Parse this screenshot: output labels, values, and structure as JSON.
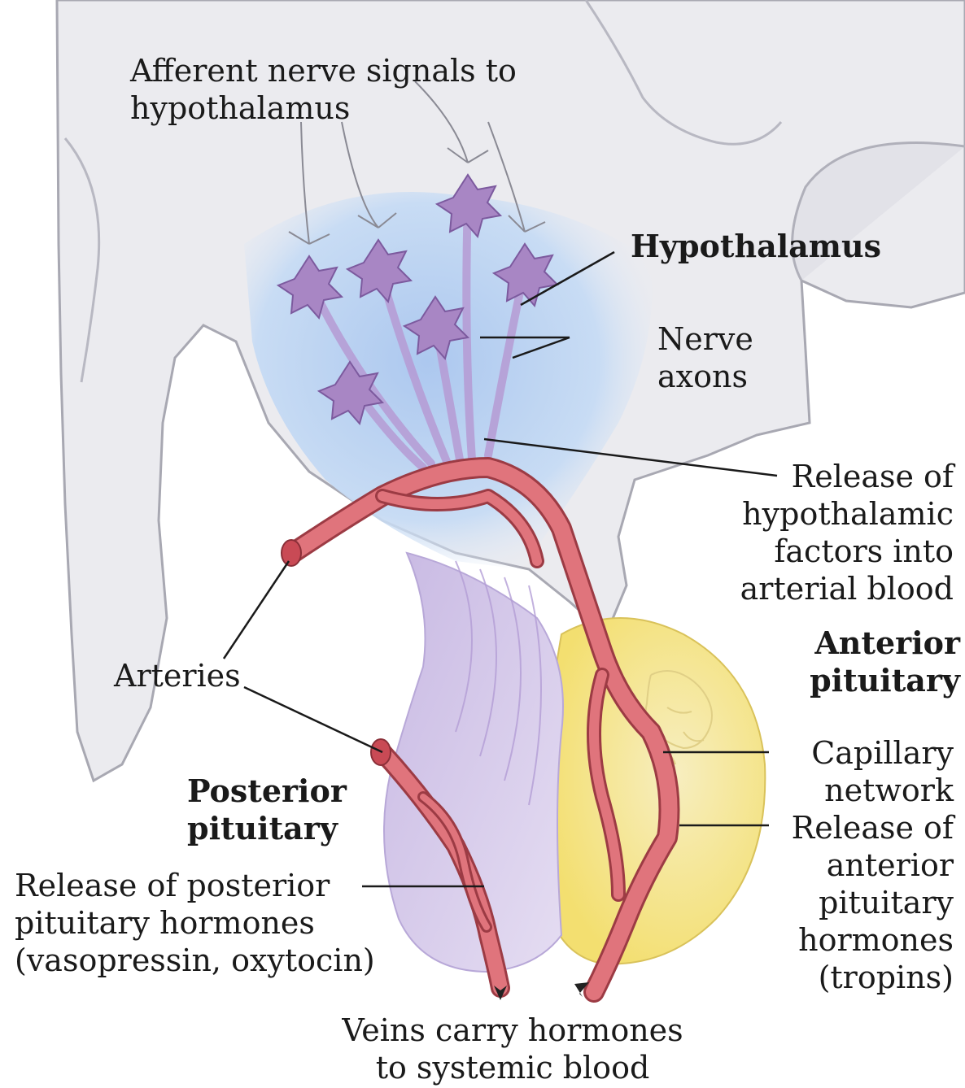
{
  "labels": {
    "afferent": "Afferent nerve signals to\nhypothalamus",
    "hypothalamus": "Hypothalamus",
    "nerve_axons": "Nerve\naxons",
    "release_hypothalamic": "Release of\nhypothalamic\nfactors into\narterial blood",
    "anterior_pituitary": "Anterior\npituitary",
    "arteries": "Arteries",
    "capillary_network": "Capillary\nnetwork",
    "release_anterior": "Release of\nanterior\npituitary\nhormones\n(tropins)",
    "posterior_pituitary": "Posterior\npituitary",
    "release_posterior": "Release of posterior\npituitary hormones\n(vasopressin, oxytocin)",
    "veins": "Veins carry hormones\nto systemic blood"
  },
  "colors": {
    "brain_tissue": "#ebebef",
    "tissue_outline": "#a8a8b2",
    "hypothalamus_blue": "#b6cff0",
    "neuron": "#a886c4",
    "posterior_lobe": "#cbbfe3",
    "anterior_lobe": "#f6e690",
    "vessel": "#e0747c",
    "vessel_outline": "#9c3b44"
  }
}
